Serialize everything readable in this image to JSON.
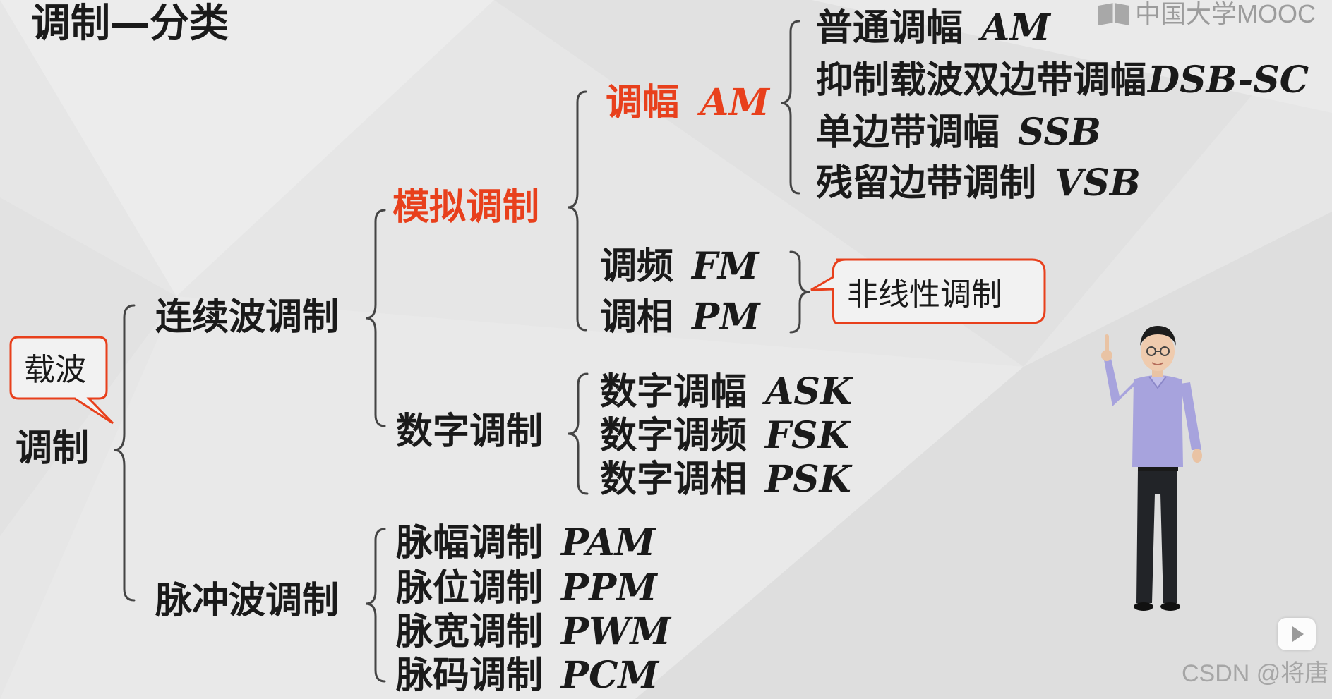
{
  "title": "调制—分类",
  "watermark": {
    "top_right": "中国大学MOOC",
    "bottom_right": "CSDN @将唐"
  },
  "root": {
    "label": "调制",
    "callout": "载波"
  },
  "continuous": {
    "label": "连续波调制",
    "analog": {
      "label": "模拟调制",
      "am": {
        "name": "调幅",
        "abbr": "AM",
        "types": [
          {
            "name": "普通调幅",
            "abbr": "AM"
          },
          {
            "name": "抑制载波双边带调幅",
            "abbr": "DSB-SC"
          },
          {
            "name": "单边带调幅",
            "abbr": "SSB"
          },
          {
            "name": "残留边带调制",
            "abbr": "VSB"
          }
        ]
      },
      "angle": {
        "items": [
          {
            "name": "调频",
            "abbr": "FM"
          },
          {
            "name": "调相",
            "abbr": "PM"
          }
        ],
        "callout": "非线性调制"
      }
    },
    "digital": {
      "label": "数字调制",
      "items": [
        {
          "name": "数字调幅",
          "abbr": "ASK"
        },
        {
          "name": "数字调频",
          "abbr": "FSK"
        },
        {
          "name": "数字调相",
          "abbr": "PSK"
        }
      ]
    }
  },
  "pulse": {
    "label": "脉冲波调制",
    "items": [
      {
        "name": "脉幅调制",
        "abbr": "PAM"
      },
      {
        "name": "脉位调制",
        "abbr": "PPM"
      },
      {
        "name": "脉宽调制",
        "abbr": "PWM"
      },
      {
        "name": "脉码调制",
        "abbr": "PCM"
      }
    ]
  },
  "colors": {
    "highlight": "#e8401c",
    "text": "#1a1a1a",
    "brace": "#444444",
    "background": "#e6e6e6"
  }
}
